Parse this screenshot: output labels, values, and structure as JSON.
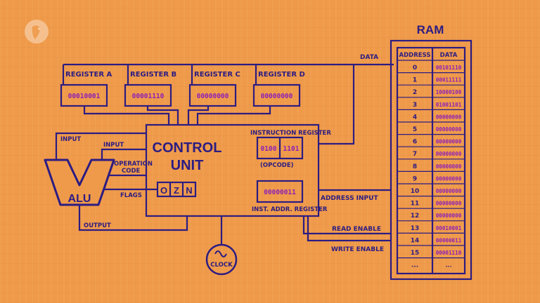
{
  "registers": [
    {
      "name": "REGISTER A",
      "value": "00010001"
    },
    {
      "name": "REGISTER B",
      "value": "00001110"
    },
    {
      "name": "REGISTER C",
      "value": "00000000"
    },
    {
      "name": "REGISTER D",
      "value": "00000000"
    }
  ],
  "control_unit": {
    "title_line1": "CONTROL",
    "title_line2": "UNIT",
    "instruction_register_label": "INSTRUCTION REGISTER",
    "opcode_value": "0100",
    "operand_value": "1101",
    "opcode_label": "(OPCODE)",
    "inst_addr_value": "00000011",
    "inst_addr_label": "INST. ADDR. REGISTER",
    "flags": [
      "O",
      "Z",
      "N"
    ]
  },
  "alu": {
    "label": "ALU",
    "input_left": "INPUT",
    "input_right": "INPUT",
    "operation_code": "OPERATION CODE",
    "flags": "FLAGS",
    "output": "OUTPUT"
  },
  "bus_labels": {
    "data": "DATA",
    "address_input": "ADDRESS INPUT",
    "read_enable": "READ ENABLE",
    "write_enable": "WRITE ENABLE"
  },
  "clock": {
    "label": "CLOCK",
    "symbol": "~"
  },
  "ram": {
    "title": "RAM",
    "headers": [
      "ADDRESS",
      "DATA"
    ],
    "rows": [
      [
        "0",
        "00101110"
      ],
      [
        "1",
        "00011111"
      ],
      [
        "2",
        "10000100"
      ],
      [
        "3",
        "01001101"
      ],
      [
        "4",
        "00000000"
      ],
      [
        "5",
        "00000000"
      ],
      [
        "6",
        "00000000"
      ],
      [
        "7",
        "00000000"
      ],
      [
        "8",
        "00000000"
      ],
      [
        "9",
        "00000000"
      ],
      [
        "10",
        "00000000"
      ],
      [
        "11",
        "00000000"
      ],
      [
        "12",
        "00000000"
      ],
      [
        "13",
        "00010001"
      ],
      [
        "14",
        "00000011"
      ],
      [
        "15",
        "00001110"
      ],
      [
        "...",
        "..."
      ]
    ]
  },
  "colors": {
    "ink": "#2c1c82",
    "value": "#8e1fb6",
    "background": "#ef9a4a"
  },
  "logo_icon": "pbs-head-icon"
}
